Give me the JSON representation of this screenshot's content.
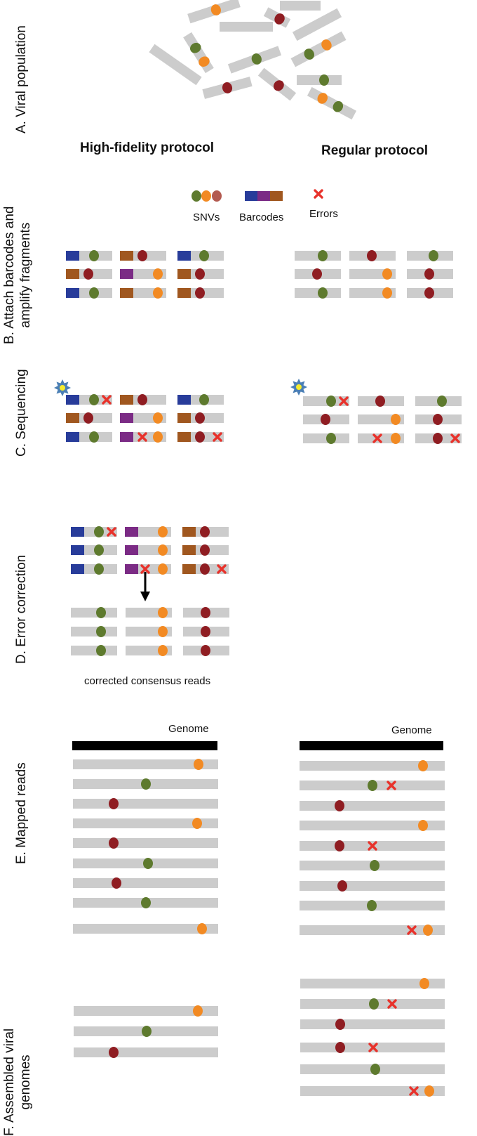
{
  "sections": {
    "a": "A. Viral population",
    "b_line1": "B. Attach barcodes and",
    "b_line2": "amplify fragments",
    "c": "C. Sequencing",
    "d": "D. Error correction",
    "e": "E. Mapped reads",
    "f_line1": "F. Assembled viral",
    "f_line2": "genomes"
  },
  "protocols": {
    "high_fidelity": "High-fidelity protocol",
    "regular": "Regular protocol"
  },
  "legend": {
    "snvs": "SNVs",
    "barcodes": "Barcodes",
    "errors": "Errors"
  },
  "captions": {
    "consensus": "corrected consensus reads",
    "genome_left": "Genome",
    "genome_right": "Genome"
  },
  "colors": {
    "read": "#cccccc",
    "genome": "#000000",
    "snv_green": "#5e7a2e",
    "snv_orange": "#f28a23",
    "snv_red": "#8f1d22",
    "snv_brown": "#b35a50",
    "barcode_blue": "#283c9a",
    "barcode_purple": "#7b2b85",
    "barcode_brown": "#a0571f",
    "error": "#e8322b",
    "star_outer": "#4b7fb5",
    "star_inner": "#f6ec2e"
  }
}
